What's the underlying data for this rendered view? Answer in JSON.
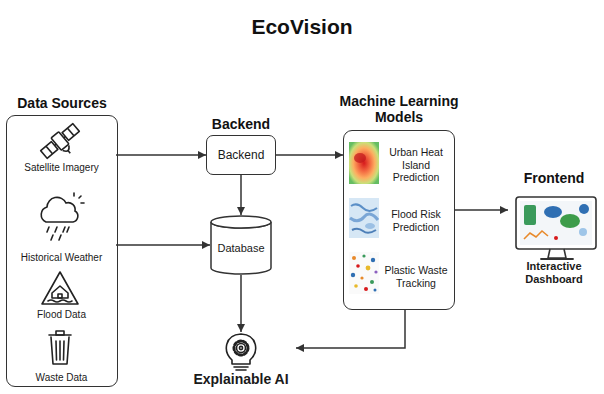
{
  "diagram": {
    "title": "EcoVision",
    "nodes": [
      {
        "text": [
          "Data Sources"
        ]
      },
      {
        "text": [
          "Satellite Imagery"
        ],
        "in": 0
      },
      {
        "text": [
          "Historical Weather"
        ],
        "in": 0
      },
      {
        "text": [
          "Flood Data"
        ],
        "in": 0
      },
      {
        "text": [
          "Waste Data"
        ],
        "in": 0
      },
      {
        "text": [
          "Backend",
          "Backend"
        ]
      },
      {
        "text": [
          "Database"
        ]
      },
      {
        "text": [
          "Explainable AI"
        ]
      },
      {
        "text": [
          "Machine Learning Models"
        ]
      },
      {
        "text": [
          "Urban Heat Island Prediction"
        ],
        "in": 8
      },
      {
        "text": [
          "Flood Risk Prediction"
        ],
        "in": 8
      },
      {
        "text": [
          "Plastic Waste Tracking"
        ],
        "in": 8
      },
      {
        "text": [
          "Frontend",
          "Interactive Dashboard"
        ]
      }
    ],
    "edges": [
      {
        "from": 1,
        "to": 5,
        "arrow": "to"
      },
      {
        "from": 2,
        "to": 6,
        "arrow": "to"
      },
      {
        "from": 5,
        "to": 6,
        "arrow": "to"
      },
      {
        "from": 5,
        "to": 8,
        "arrow": "to"
      },
      {
        "from": 6,
        "to": 7,
        "arrow": "to"
      },
      {
        "from": 8,
        "to": 7,
        "arrow": "to"
      },
      {
        "from": 8,
        "to": 12,
        "arrow": "to"
      }
    ]
  }
}
